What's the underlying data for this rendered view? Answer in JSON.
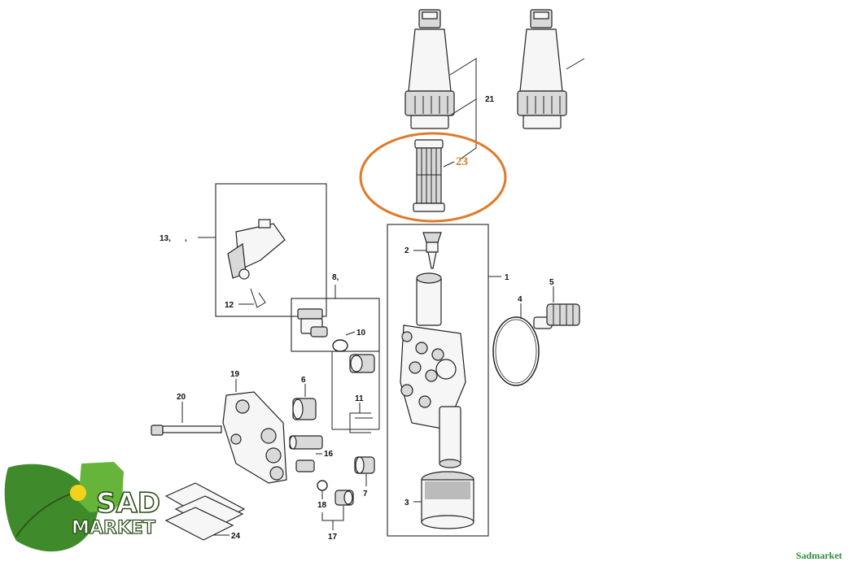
{
  "labels": {
    "l21": "21",
    "l23": "23",
    "l13": "13,",
    "l13b": ",",
    "l2": "2",
    "l1": "1",
    "l8": "8,",
    "l12": "12",
    "l10": "10",
    "l4": "4",
    "l5": "5",
    "l6": "6",
    "l19": "19",
    "l20": "20",
    "l11": "11",
    "l16": "16",
    "l7": "7",
    "l18": "18",
    "l17": "17",
    "l3": "3",
    "l24": "24"
  },
  "logo": {
    "line1": "SAD",
    "line2": "MARKET"
  },
  "watermark": "Sadmarket",
  "colors": {
    "highlight": "#e07a2a",
    "logo_green": "#3f8a2a",
    "watermark": "#2e8a3c"
  }
}
